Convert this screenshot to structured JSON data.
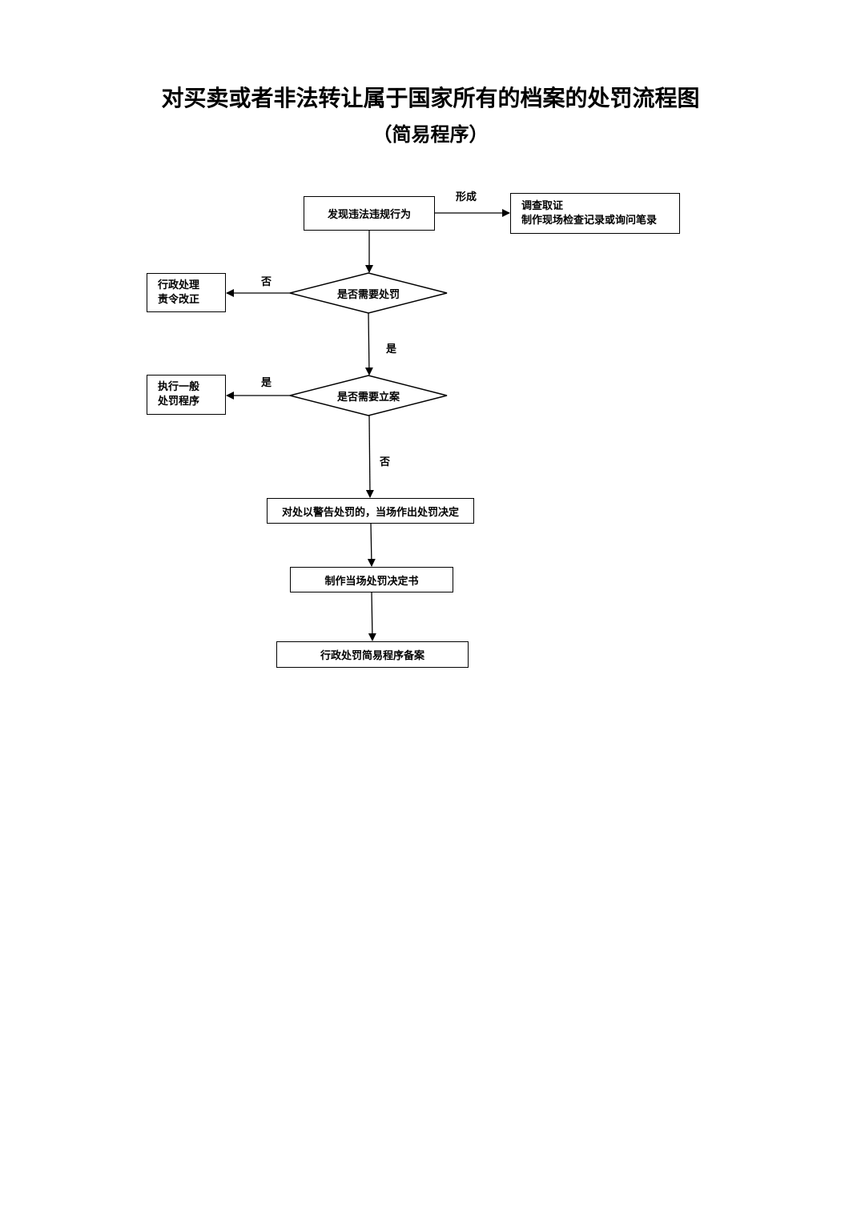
{
  "title": "对买卖或者非法转让属于国家所有的档案的处罚流程图",
  "subtitle": "（简易程序）",
  "nodes": {
    "discover": "发现违法违规行为",
    "investigate_line1": "调查取证",
    "investigate_line2": "制作现场检查记录或询问笔录",
    "need_penalty": "是否需要处罚",
    "admin_line1": "行政处理",
    "admin_line2": "责令改正",
    "need_case": "是否需要立案",
    "general_line1": "执行一般",
    "general_line2": "处罚程序",
    "onsite_decision": "对处以警告处罚的，当场作出处罚决定",
    "make_decision": "制作当场处罚决定书",
    "archive": "行政处罚简易程序备案"
  },
  "edges": {
    "form": "形成",
    "no_1": "否",
    "yes_1": "是",
    "yes_2": "是",
    "no_2": "否"
  }
}
